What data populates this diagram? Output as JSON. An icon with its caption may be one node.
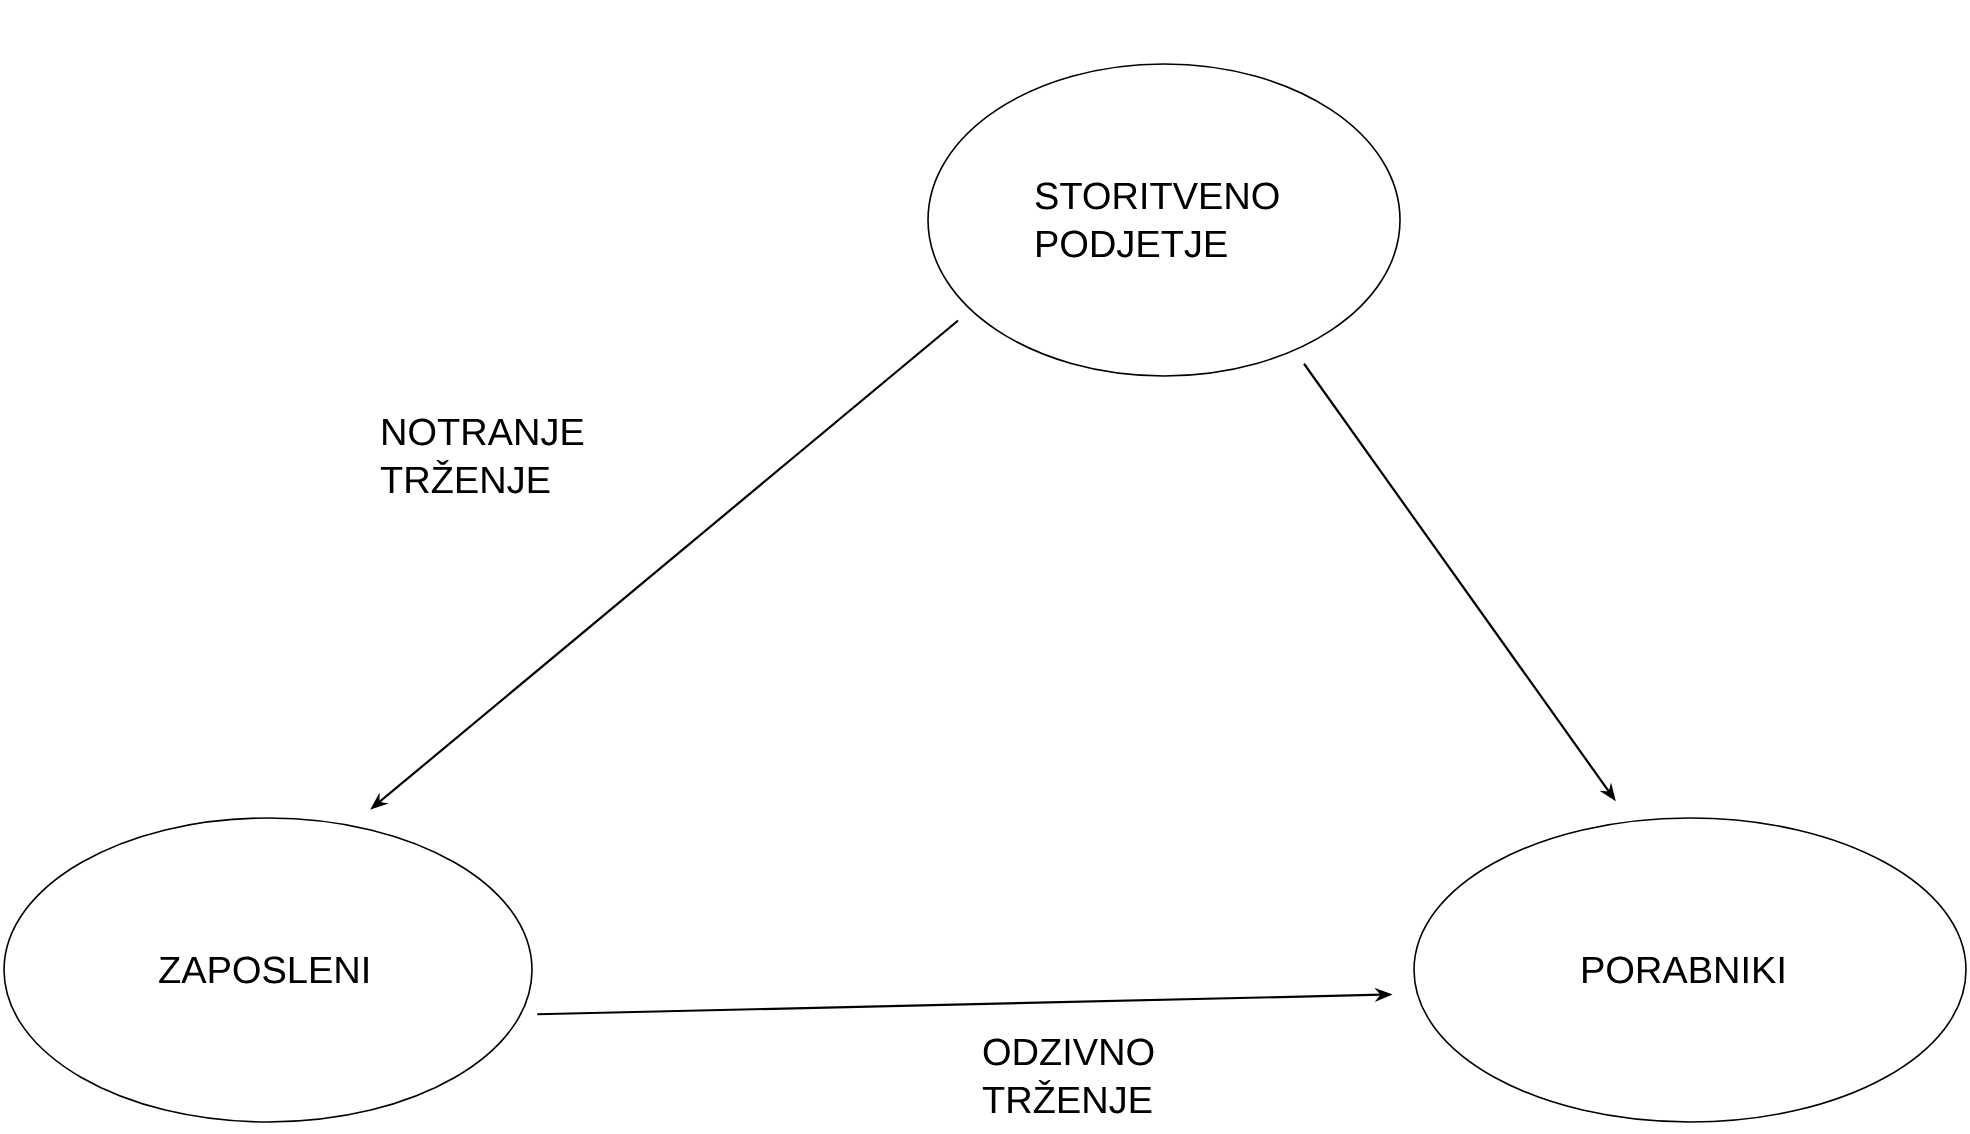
{
  "diagram": {
    "nodes": [
      {
        "text": [
          "STORITVENO PODJETJE"
        ]
      },
      {
        "text": [
          "ZAPOSLENI"
        ]
      },
      {
        "text": [
          "PORABNIKI"
        ]
      }
    ],
    "edges": [
      {
        "from": 0,
        "to": 1,
        "arrow": "to",
        "label": "NOTRANJE TRŽENJE"
      },
      {
        "from": 0,
        "to": 2,
        "arrow": "to"
      },
      {
        "from": 1,
        "to": 2,
        "arrow": "to",
        "label": "ODZIVNO TRŽENJE"
      }
    ]
  }
}
